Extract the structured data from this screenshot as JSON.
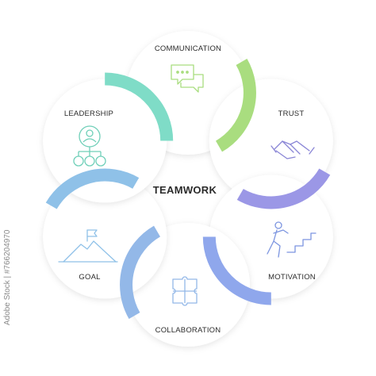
{
  "center_label": "TEAMWORK",
  "segments": [
    {
      "label": "COMMUNICATION",
      "icon": "chat-bubbles-icon",
      "color": "#a9dd7f"
    },
    {
      "label": "TRUST",
      "icon": "handshake-icon",
      "color": "#9b97e6"
    },
    {
      "label": "MOTIVATION",
      "icon": "climbing-stairs-icon",
      "color": "#8fa7ec"
    },
    {
      "label": "COLLABORATION",
      "icon": "puzzle-icon",
      "color": "#93b8e8"
    },
    {
      "label": "GOAL",
      "icon": "mountain-flag-icon",
      "color": "#8fc1e8"
    },
    {
      "label": "LEADERSHIP",
      "icon": "team-hierarchy-icon",
      "color": "#7fdcc7"
    }
  ],
  "watermark": {
    "text": "Adobe Stock | #766204970"
  }
}
